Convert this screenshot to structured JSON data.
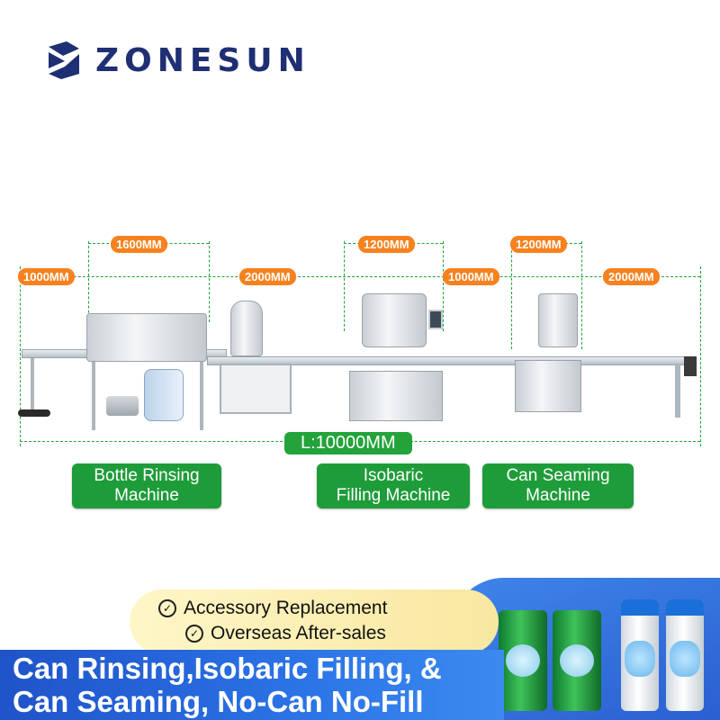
{
  "brand": {
    "name": "ZONESUN",
    "color": "#1f2f73"
  },
  "dimensions": {
    "d1": "1000MM",
    "d2": "1600MM",
    "d3": "2000MM",
    "d4": "1200MM",
    "d5": "1000MM",
    "d6": "1200MM",
    "d7": "2000MM",
    "total": "L:10000MM"
  },
  "machines": {
    "rinsing": [
      "Bottle Rinsing",
      "Machine"
    ],
    "filling": [
      "Isobaric",
      "Filling Machine"
    ],
    "seaming": [
      "Can Seaming",
      "Machine"
    ]
  },
  "features": [
    "Accessory Replacement",
    "Overseas After-sales"
  ],
  "title": [
    "Can Rinsing,Isobaric Filling, &",
    "Can Seaming, No-Can No-Fill"
  ],
  "icons": [
    "zonesun-logo-icon",
    "check-circle-icon"
  ],
  "colors": {
    "dimension": "#f6821f",
    "label": "#1f9c3a",
    "banner": "#2b74e6"
  }
}
